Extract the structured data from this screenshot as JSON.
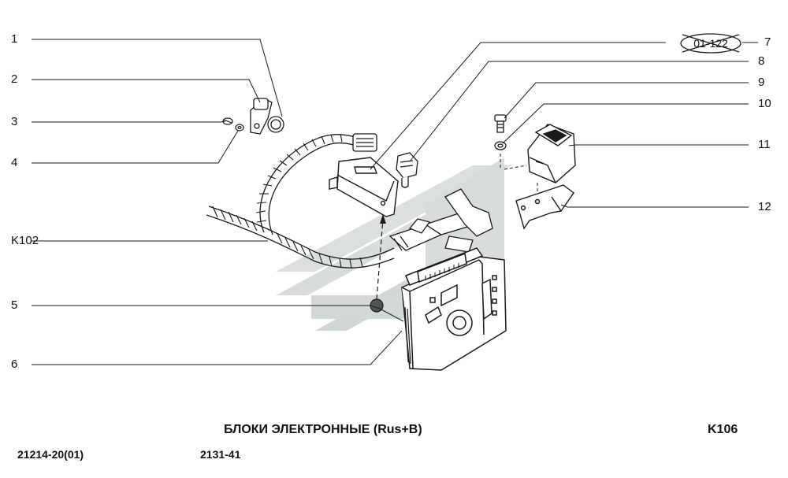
{
  "callouts": {
    "c1": "1",
    "c2": "2",
    "c3": "3",
    "c4": "4",
    "c5": "5",
    "c6": "6",
    "ck102": "K102",
    "c7": "7",
    "c8": "8",
    "c9": "9",
    "c10": "10",
    "c11": "11",
    "c12": "12"
  },
  "crossed_reference": "01-122",
  "footer": {
    "title": "БЛОКИ ЭЛЕКТРОННЫЕ (Rus+B)",
    "section_code": "K106",
    "model_code": "21214-20(01)",
    "part_code": "2131-41"
  },
  "colors": {
    "line": "#1a1a1a",
    "watermark": "#d4d9d6",
    "watermark_dark": "#b7bfbb"
  }
}
